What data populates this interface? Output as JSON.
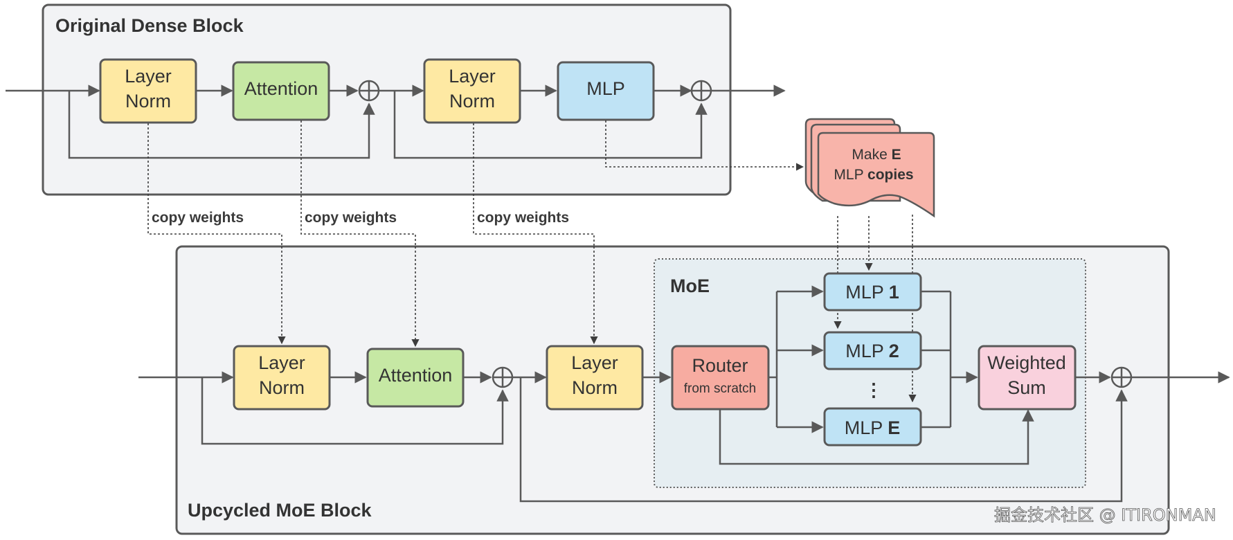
{
  "colors": {
    "line": "#595959",
    "panel_fill": "#f2f3f5",
    "panel_stroke": "#595959",
    "moe_fill": "#e6eef2",
    "layer_norm": "#fee9a3",
    "attention": "#c6e8a4",
    "mlp": "#bfe3f5",
    "router": "#f7aca1",
    "weighted_sum": "#f9d1dd",
    "copies": "#f8b4aa",
    "box_stroke": "#595959"
  },
  "dense_block": {
    "title": "Original Dense Block",
    "layer_norm_1": [
      "Layer",
      "Norm"
    ],
    "attention": "Attention",
    "layer_norm_2": [
      "Layer",
      "Norm"
    ],
    "mlp": "MLP"
  },
  "copy_labels": [
    "copy weights",
    "copy weights",
    "copy weights"
  ],
  "copies_box": {
    "line1_regular": "Make ",
    "line1_bold": "E",
    "line2_regular": "MLP ",
    "line2_bold": "copies"
  },
  "moe_block": {
    "title": "Upcycled MoE Block",
    "layer_norm_1": [
      "Layer",
      "Norm"
    ],
    "attention": "Attention",
    "layer_norm_2": [
      "Layer",
      "Norm"
    ],
    "moe_label": "MoE",
    "router": [
      "Router",
      "from scratch"
    ],
    "experts": [
      {
        "prefix": "MLP ",
        "index": "1"
      },
      {
        "prefix": "MLP ",
        "index": "2"
      },
      {
        "prefix": "MLP ",
        "index": "E"
      }
    ],
    "ellipsis": "⋮",
    "weighted_sum": [
      "Weighted",
      "Sum"
    ]
  },
  "watermark": "掘金技术社区 @ ITIRONMAN"
}
